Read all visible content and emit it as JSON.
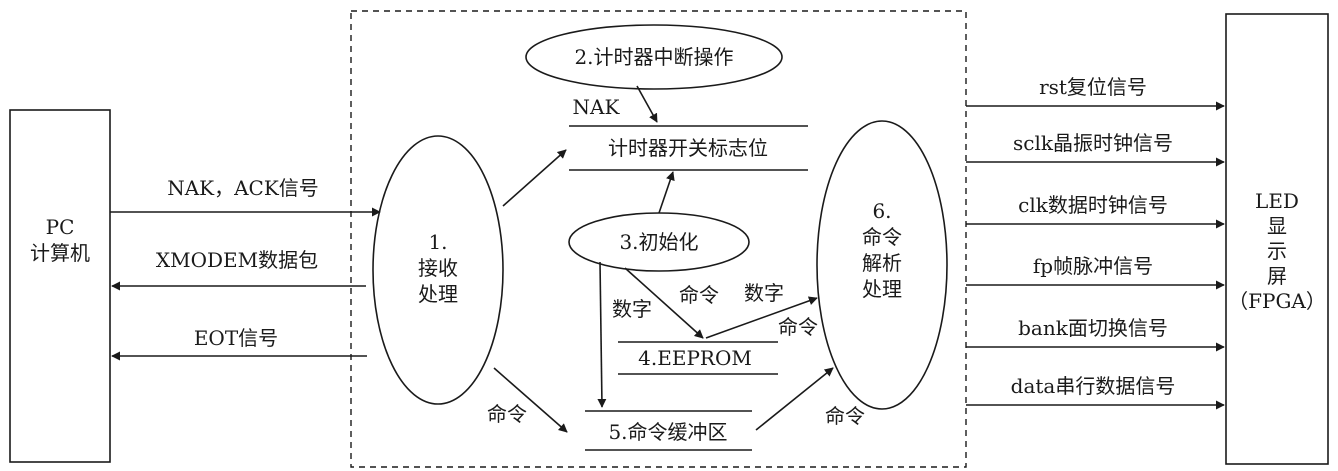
{
  "pc": {
    "line1": "PC",
    "line2": "计算机"
  },
  "led": {
    "line1": "LED",
    "line2": "显",
    "line3": "示",
    "line4": "屏",
    "line5": "（FPGA）"
  },
  "proc_receive": {
    "line1": "1.",
    "line2": "接收",
    "line3": "处理"
  },
  "proc_timer": {
    "label": "2.计时器中断操作"
  },
  "proc_init": {
    "label": "3.初始化"
  },
  "proc_command": {
    "line1": "6.",
    "line2": "命令",
    "line3": "解析",
    "line4": "处理"
  },
  "store_timer_flag": {
    "label": "计时器开关标志位"
  },
  "store_eeprom": {
    "label": "4.EEPROM"
  },
  "store_cmd_buffer": {
    "label": "5.命令缓冲区"
  },
  "flows": {
    "nak_ack": "NAK，ACK信号",
    "xmodem": "XMODEM数据包",
    "eot": "EOT信号",
    "nak": "NAK",
    "init_digit": "数字",
    "init_command": "命令",
    "eeprom_digit": "数字",
    "eeprom_command": "命令",
    "recv_command": "命令",
    "buffer_command": "命令",
    "rst": "rst复位信号",
    "sclk": "sclk晶振时钟信号",
    "clk": "clk数据时钟信号",
    "fp": "fp帧脉冲信号",
    "bank": "bank面切换信号",
    "data": "data串行数据信号"
  }
}
